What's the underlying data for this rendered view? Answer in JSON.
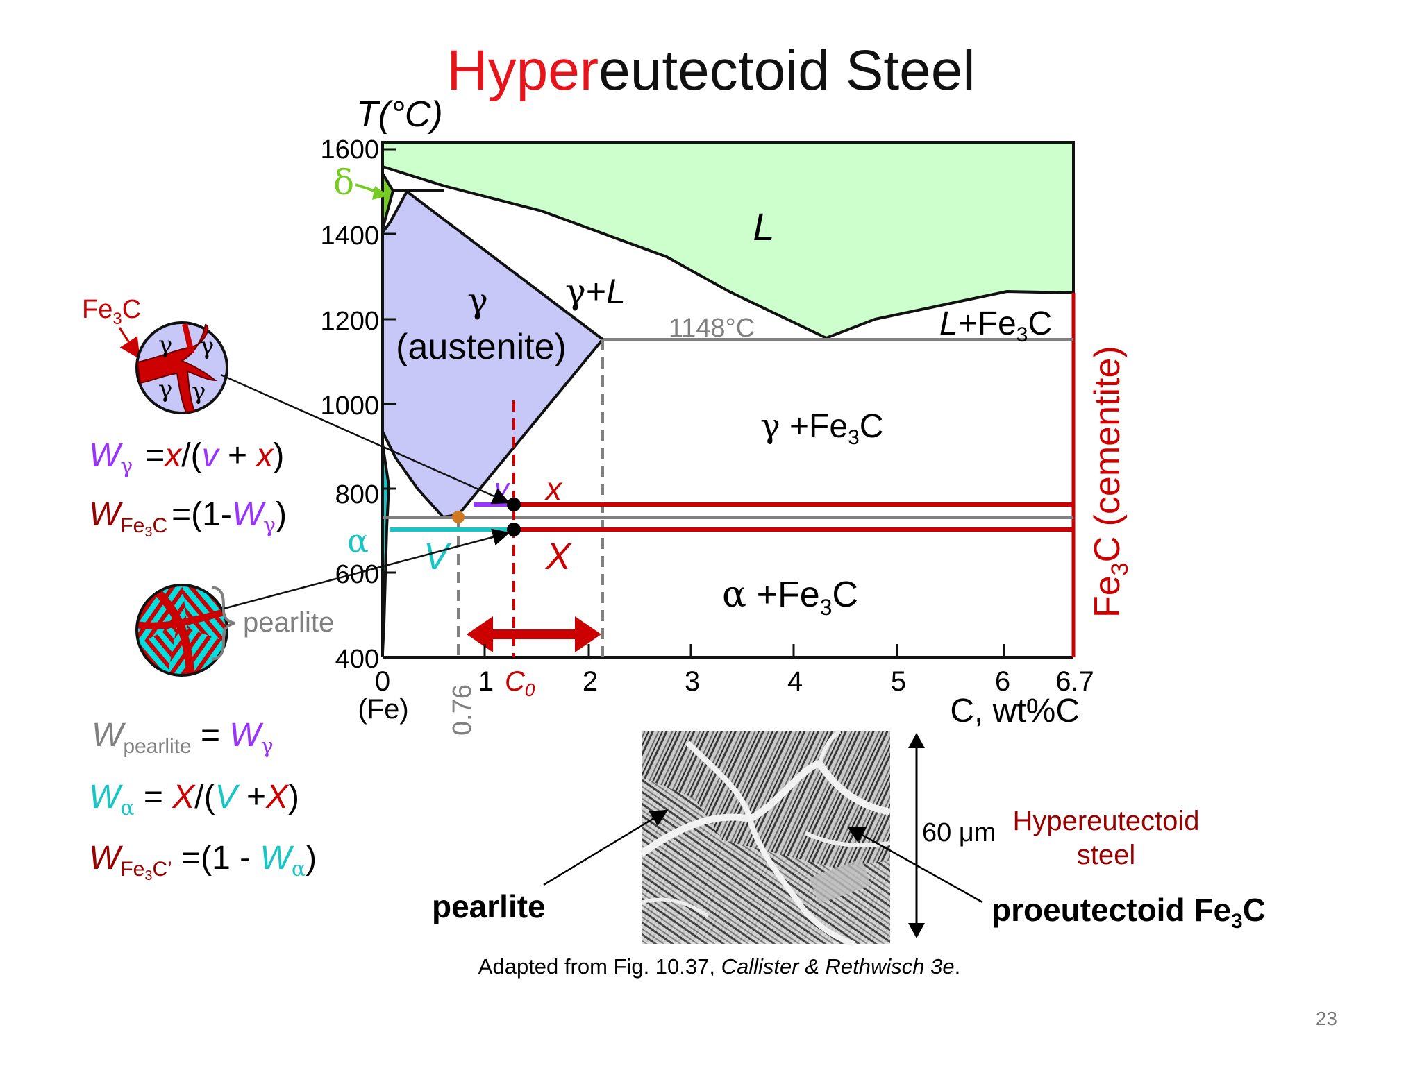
{
  "slide": {
    "title_highlight": "Hyper",
    "title_rest": "eutectoid Steel",
    "page_number": "23",
    "citation_prefix": "Adapted from Fig. 10.37, ",
    "citation_source": "Callister & Rethwisch 3e",
    "citation_suffix": "."
  },
  "diagram": {
    "y_axis_label": "T(°C)",
    "x_axis_label": "C, wt%C",
    "x_ticks": [
      "0",
      "1",
      "2",
      "3",
      "4",
      "5",
      "6",
      "6.7"
    ],
    "x_fe_label": "(Fe)",
    "y_ticks": [
      "400",
      "600",
      "800",
      "1000",
      "1200",
      "1400",
      "1600"
    ],
    "eutectic_temp": "1148°C",
    "eutectoid_comp": "0.76",
    "c0_label": "C",
    "c0_sub": "0",
    "regions": {
      "liquid": "L",
      "gamma_liquid_gamma": "γ",
      "gamma_liquid_plus": "+",
      "gamma_liquid_L": "L",
      "austenite_gamma": "γ",
      "austenite_name": "(austenite)",
      "l_fe3c_L": "L",
      "l_fe3c_rest": "+Fe",
      "l_fe3c_sub": "3",
      "l_fe3c_end": "C",
      "gamma_fe3c_gamma": "γ",
      "gamma_fe3c_rest": " +Fe",
      "gamma_fe3c_sub": "3",
      "gamma_fe3c_end": "C",
      "alpha_fe3c_alpha": "α",
      "alpha_fe3c_rest": " +Fe",
      "alpha_fe3c_sub": "3",
      "alpha_fe3c_end": "C",
      "delta": "δ",
      "alpha": "α"
    },
    "cementite_label": {
      "main": "Fe",
      "sub": "3",
      "rest": "C (cementite)"
    },
    "lever_labels": {
      "v_small": "v",
      "x_small": "x",
      "V_big": "V",
      "X_big": "X"
    },
    "colors": {
      "liquid": "#ccffcc",
      "austenite": "#c8c8f8",
      "red": "#cc0000",
      "purple": "#9933ff",
      "cyan": "#19c6c6",
      "gray": "#808080",
      "orange": "#d07820",
      "delta_green": "#77cc22"
    }
  },
  "left_panel": {
    "micro1_label_fe": "Fe",
    "micro1_label_sub": "3",
    "micro1_label_c": "C",
    "micro1_gammas": [
      "γ",
      "γ",
      "γ",
      "γ"
    ],
    "pearlite_label": "pearlite",
    "eq1": {
      "W": "W",
      "sub": "γ",
      "eq": "=",
      "x": "x",
      "open": "/(",
      "v": "v",
      "plus": " + ",
      "x2": "x",
      "close": ")"
    },
    "eq2": {
      "W": "W",
      "sub": "Fe",
      "sub3": "3",
      "subC": "C",
      "eq": "=(1-",
      "Wg": "W",
      "Wg_sub": "γ",
      "close": ")"
    },
    "eq3": {
      "W": "W",
      "sub": "pearlite",
      "eq": " = ",
      "W2": "W",
      "sub2": "γ"
    },
    "eq4": {
      "W": "W",
      "sub": "α",
      "eq": " = ",
      "X": "X",
      "open": "/(",
      "V": "V",
      "plus": " +",
      "X2": "X",
      "close": ")"
    },
    "eq5": {
      "W": "W",
      "sub": "Fe",
      "sub3": "3",
      "subC": "C’",
      "eq": " =(1 - ",
      "Wa": "W",
      "Wa_sub": "α",
      "close": ")"
    }
  },
  "micrograph": {
    "scale_label": "60 μm",
    "caption_line1": "Hypereutectoid",
    "caption_line2": "steel",
    "pearlite_label": "pearlite",
    "proeutectoid_label": "proeutectoid Fe",
    "proeutectoid_sub": "3",
    "proeutectoid_end": "C"
  }
}
